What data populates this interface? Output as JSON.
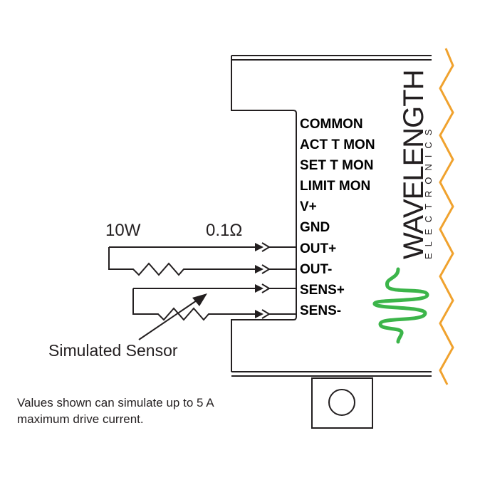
{
  "pins": [
    {
      "label": "COMMON"
    },
    {
      "label": "ACT T MON"
    },
    {
      "label": "SET T MON"
    },
    {
      "label": "LIMIT MON"
    },
    {
      "label": "V+"
    },
    {
      "label": "GND"
    },
    {
      "label": "OUT+"
    },
    {
      "label": "OUT-"
    },
    {
      "label": "SENS+"
    },
    {
      "label": "SENS-"
    }
  ],
  "load_resistor": {
    "power_label": "10W",
    "resistance_label": "0.1Ω"
  },
  "sensor": {
    "label": "Simulated Sensor"
  },
  "logo": {
    "main": "WAVELENGTH",
    "sub": "ELECTRONICS"
  },
  "note": {
    "line1": "Values shown can simulate up to 5 A",
    "line2": "maximum drive current."
  },
  "colors": {
    "break_line": "#f0a22e",
    "logo_wave": "#3cb54a",
    "ink": "#231f20"
  }
}
